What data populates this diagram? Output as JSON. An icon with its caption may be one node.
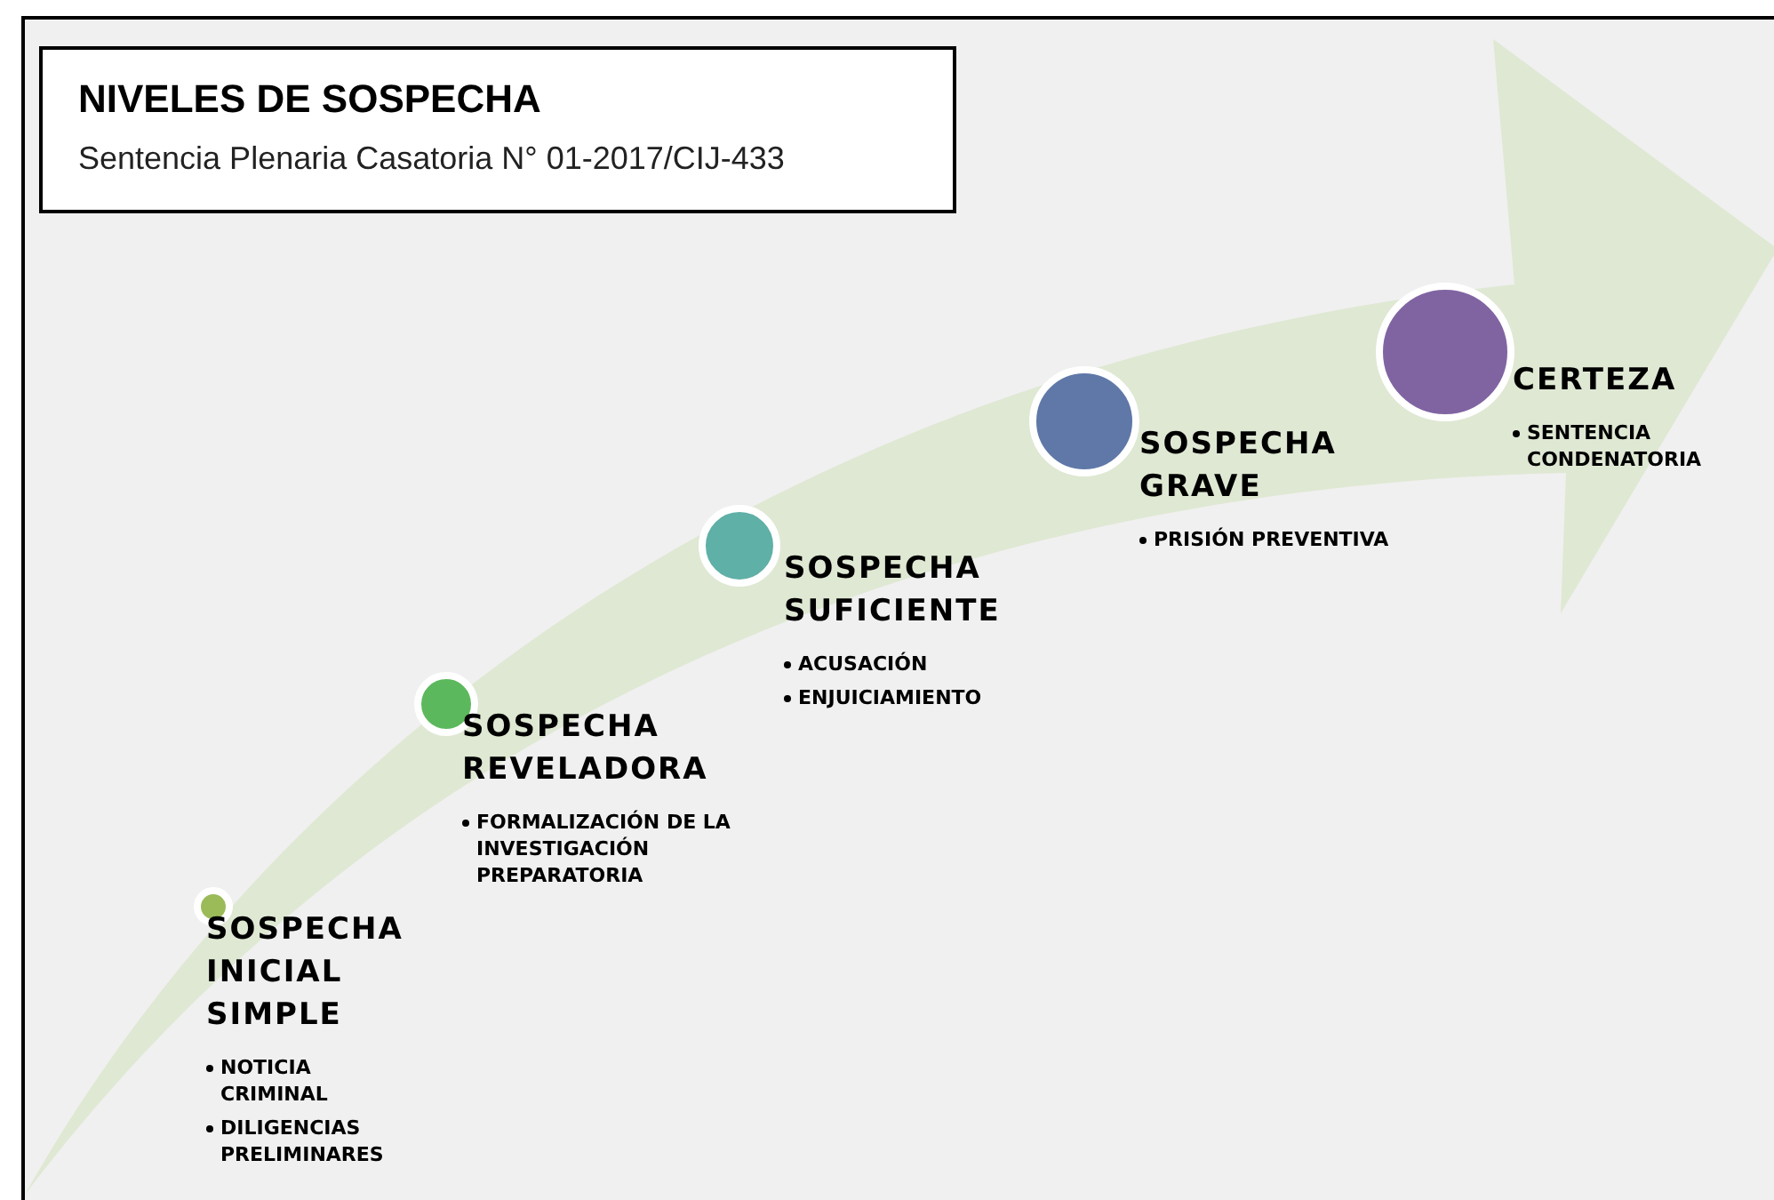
{
  "diagram": {
    "nodes": [
      {
        "text": [
          "NIVELES DE SOSPECHA",
          "Sentencia Plenaria Casatoria N° 01-2017/CIJ-433"
        ]
      },
      {
        "text": [
          "SOSPECHA INICIAL SIMPLE",
          "NOTICIA CRIMINAL",
          "DILIGENCIAS PRELIMINARES"
        ]
      },
      {
        "text": [
          "SOSPECHA REVELADORA",
          "FORMALIZACIÓN DE LA INVESTIGACIÓN PREPARATORIA"
        ]
      },
      {
        "text": [
          "SOSPECHA SUFICIENTE",
          "ACUSACIÓN",
          "ENJUICIAMIENTO"
        ]
      },
      {
        "text": [
          "SOSPECHA GRAVE",
          "PRISIÓN PREVENTIVA"
        ]
      },
      {
        "text": [
          "CERTEZA",
          "SENTENCIA CONDENATORIA"
        ]
      }
    ]
  }
}
